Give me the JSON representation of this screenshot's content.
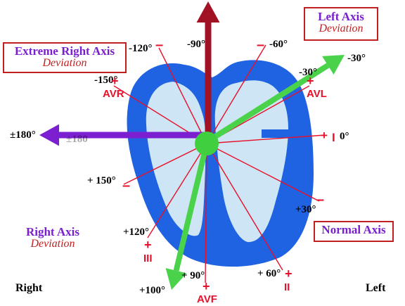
{
  "colors": {
    "heart_outer": "#1f63e3",
    "heart_inner": "#cde5f5",
    "lead_line": "#e8102a",
    "center_dot": "#3fcf3f",
    "arrow_up": "#a01224",
    "arrow_left": "#7b1fd0",
    "arrow_green": "#4ad34a",
    "box_title": "#7a1fd0",
    "box_sub": "#c22020"
  },
  "boxes": {
    "left_axis": {
      "title": "Left Axis",
      "subtitle": "Deviation"
    },
    "extreme_right_axis": {
      "title": "Extreme Right Axis",
      "subtitle": "Deviation"
    },
    "right_axis": {
      "title": "Right Axis",
      "subtitle": "Deviation"
    },
    "normal_axis": {
      "title": "Normal Axis"
    }
  },
  "angles": {
    "m90": "-90°",
    "m60": "-60°",
    "m120": "-120°",
    "m150": "-150°",
    "m30_outer": "-30°",
    "m30_inner": "-30°",
    "zero": "0°",
    "p180": "±180°",
    "p180_faint": "±180",
    "p150": "+ 150°",
    "p120": "+120°",
    "p90": "+ 90°",
    "p60": "+ 60°",
    "p30": "+30°",
    "p100": "+100°"
  },
  "leads": {
    "avr": "AVR",
    "avl": "AVL",
    "avf": "AVF",
    "lead_i": "I",
    "lead_ii": "II",
    "lead_iii": "III"
  },
  "signs": {
    "plus": "+",
    "minus": "–"
  },
  "sides": {
    "right": "Right",
    "left": "Left"
  }
}
